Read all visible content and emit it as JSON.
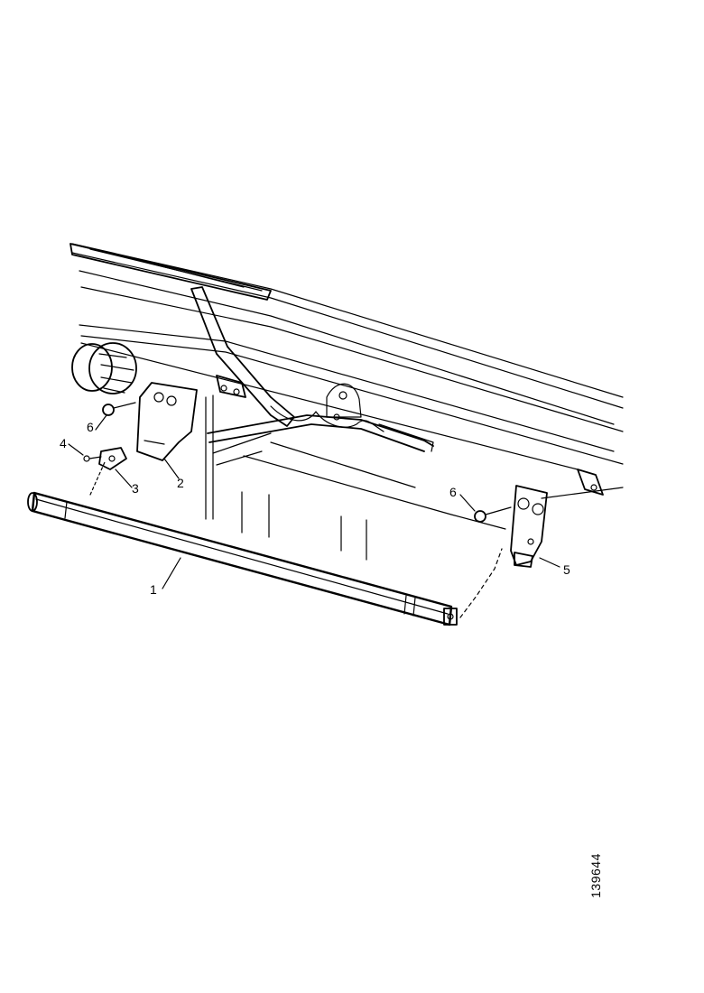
{
  "callouts": [
    {
      "label": "1",
      "part": "crossbar tube"
    },
    {
      "label": "2",
      "part": "left mounting bracket"
    },
    {
      "label": "3",
      "part": "left clamp block"
    },
    {
      "label": "4",
      "part": "left screw"
    },
    {
      "label": "5",
      "part": "right mounting bracket"
    },
    {
      "label": "6",
      "part": "bolt (left)"
    },
    {
      "label": "6",
      "part": "bolt (right)"
    }
  ],
  "drawing_id": "139644"
}
